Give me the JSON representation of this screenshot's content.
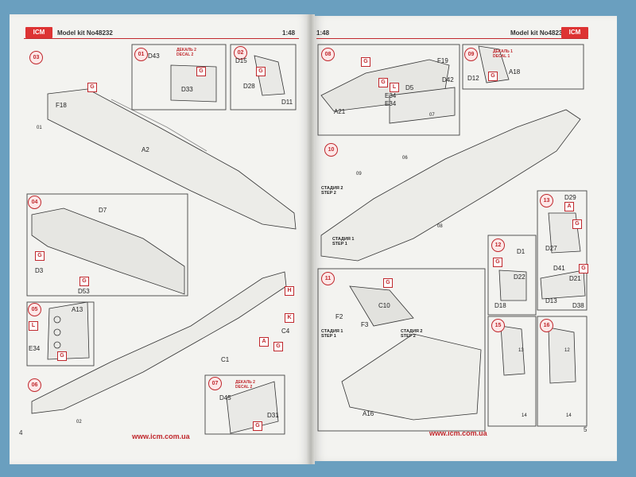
{
  "left_page": {
    "brand": "ICM",
    "model_kit": "Model kit No48232",
    "page_number": "4",
    "website": "www.icm.com.ua",
    "steps": [
      {
        "num": "03",
        "parts": [
          "F18",
          "A2"
        ],
        "sub": "01"
      },
      {
        "num": "01",
        "parts": [
          "D43",
          "D33"
        ],
        "decal": "ДЕКАЛЬ 2\nDECAL 2"
      },
      {
        "num": "02",
        "parts": [
          "D15",
          "D28",
          "D11"
        ]
      },
      {
        "num": "04",
        "parts": [
          "D7",
          "D3",
          "D53"
        ]
      },
      {
        "num": "05",
        "parts": [
          "A13",
          "E34"
        ]
      },
      {
        "num": "06",
        "sub": "02"
      },
      {
        "num": "07",
        "parts": [
          "D45",
          "D31"
        ],
        "decal": "ДЕКАЛЬ 2\nDECAL 2"
      }
    ],
    "misc_parts": [
      "C4",
      "C1"
    ],
    "color_tags": [
      "G",
      "H",
      "K",
      "A",
      "L"
    ]
  },
  "right_page": {
    "scale": "1:48",
    "brand": "ICM",
    "model_kit": "Model kit No48232",
    "page_number": "5",
    "website": "www.icm.com.ua",
    "steps": [
      {
        "num": "08",
        "parts": [
          "F19",
          "D5",
          "E34",
          "A21"
        ],
        "sub": "07"
      },
      {
        "num": "09",
        "parts": [
          "D12",
          "A18"
        ],
        "decal": "ДЕКАЛЬ 1\nDECAL 1"
      },
      {
        "num": "10",
        "sub_a": "06",
        "sub_b": "09",
        "sub_c": "08",
        "stage2": "СТАДИЯ 2\nSTEP 2",
        "stage1": "СТАДИЯ 1\nSTEP 1"
      },
      {
        "num": "11",
        "parts": [
          "C10",
          "F2",
          "F3",
          "A16"
        ],
        "stage1": "СТАДИЯ 1\nSTEP 1",
        "stage2": "СТАДИЯ 2\nSTEP 2"
      },
      {
        "num": "12",
        "parts": [
          "D1",
          "D22",
          "D18"
        ]
      },
      {
        "num": "13",
        "parts": [
          "D29",
          "D27",
          "D41",
          "D21",
          "D13",
          "D38"
        ]
      },
      {
        "num": "15",
        "sub_a": "13",
        "sub_b": "14"
      },
      {
        "num": "16",
        "sub_a": "12",
        "sub_b": "14"
      }
    ],
    "color_tags": [
      "G",
      "L",
      "A"
    ]
  },
  "header_left_scale": "1:48"
}
